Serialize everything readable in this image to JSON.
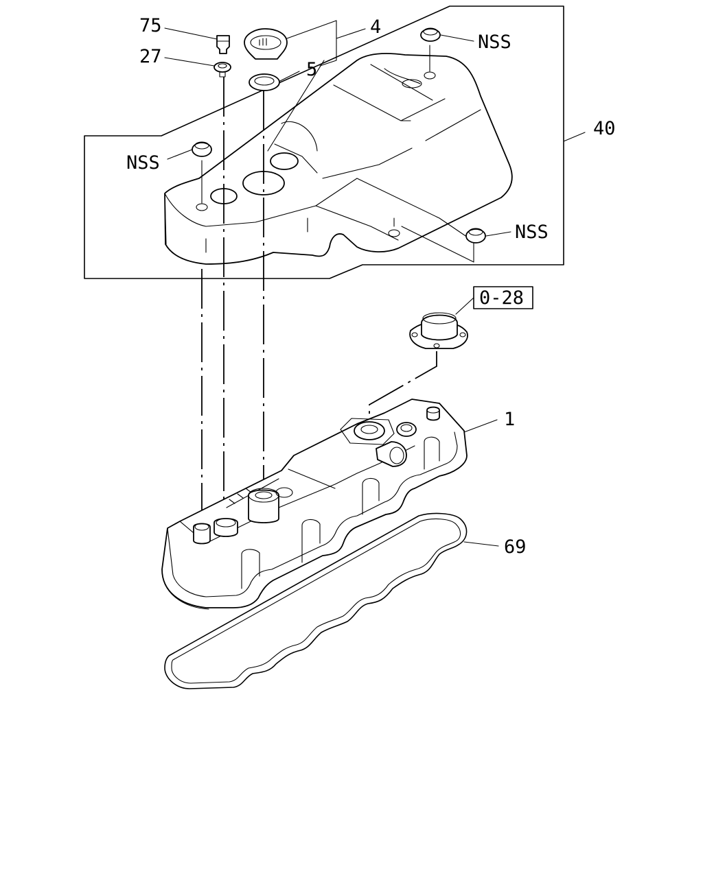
{
  "diagram": {
    "labels": {
      "p75": "75",
      "p27": "27",
      "p4": "4",
      "p5": "5",
      "nss1": "NSS",
      "nss2": "NSS",
      "nss3": "NSS",
      "p40": "40",
      "ref": "0-28",
      "p1": "1",
      "p69": "69"
    }
  }
}
